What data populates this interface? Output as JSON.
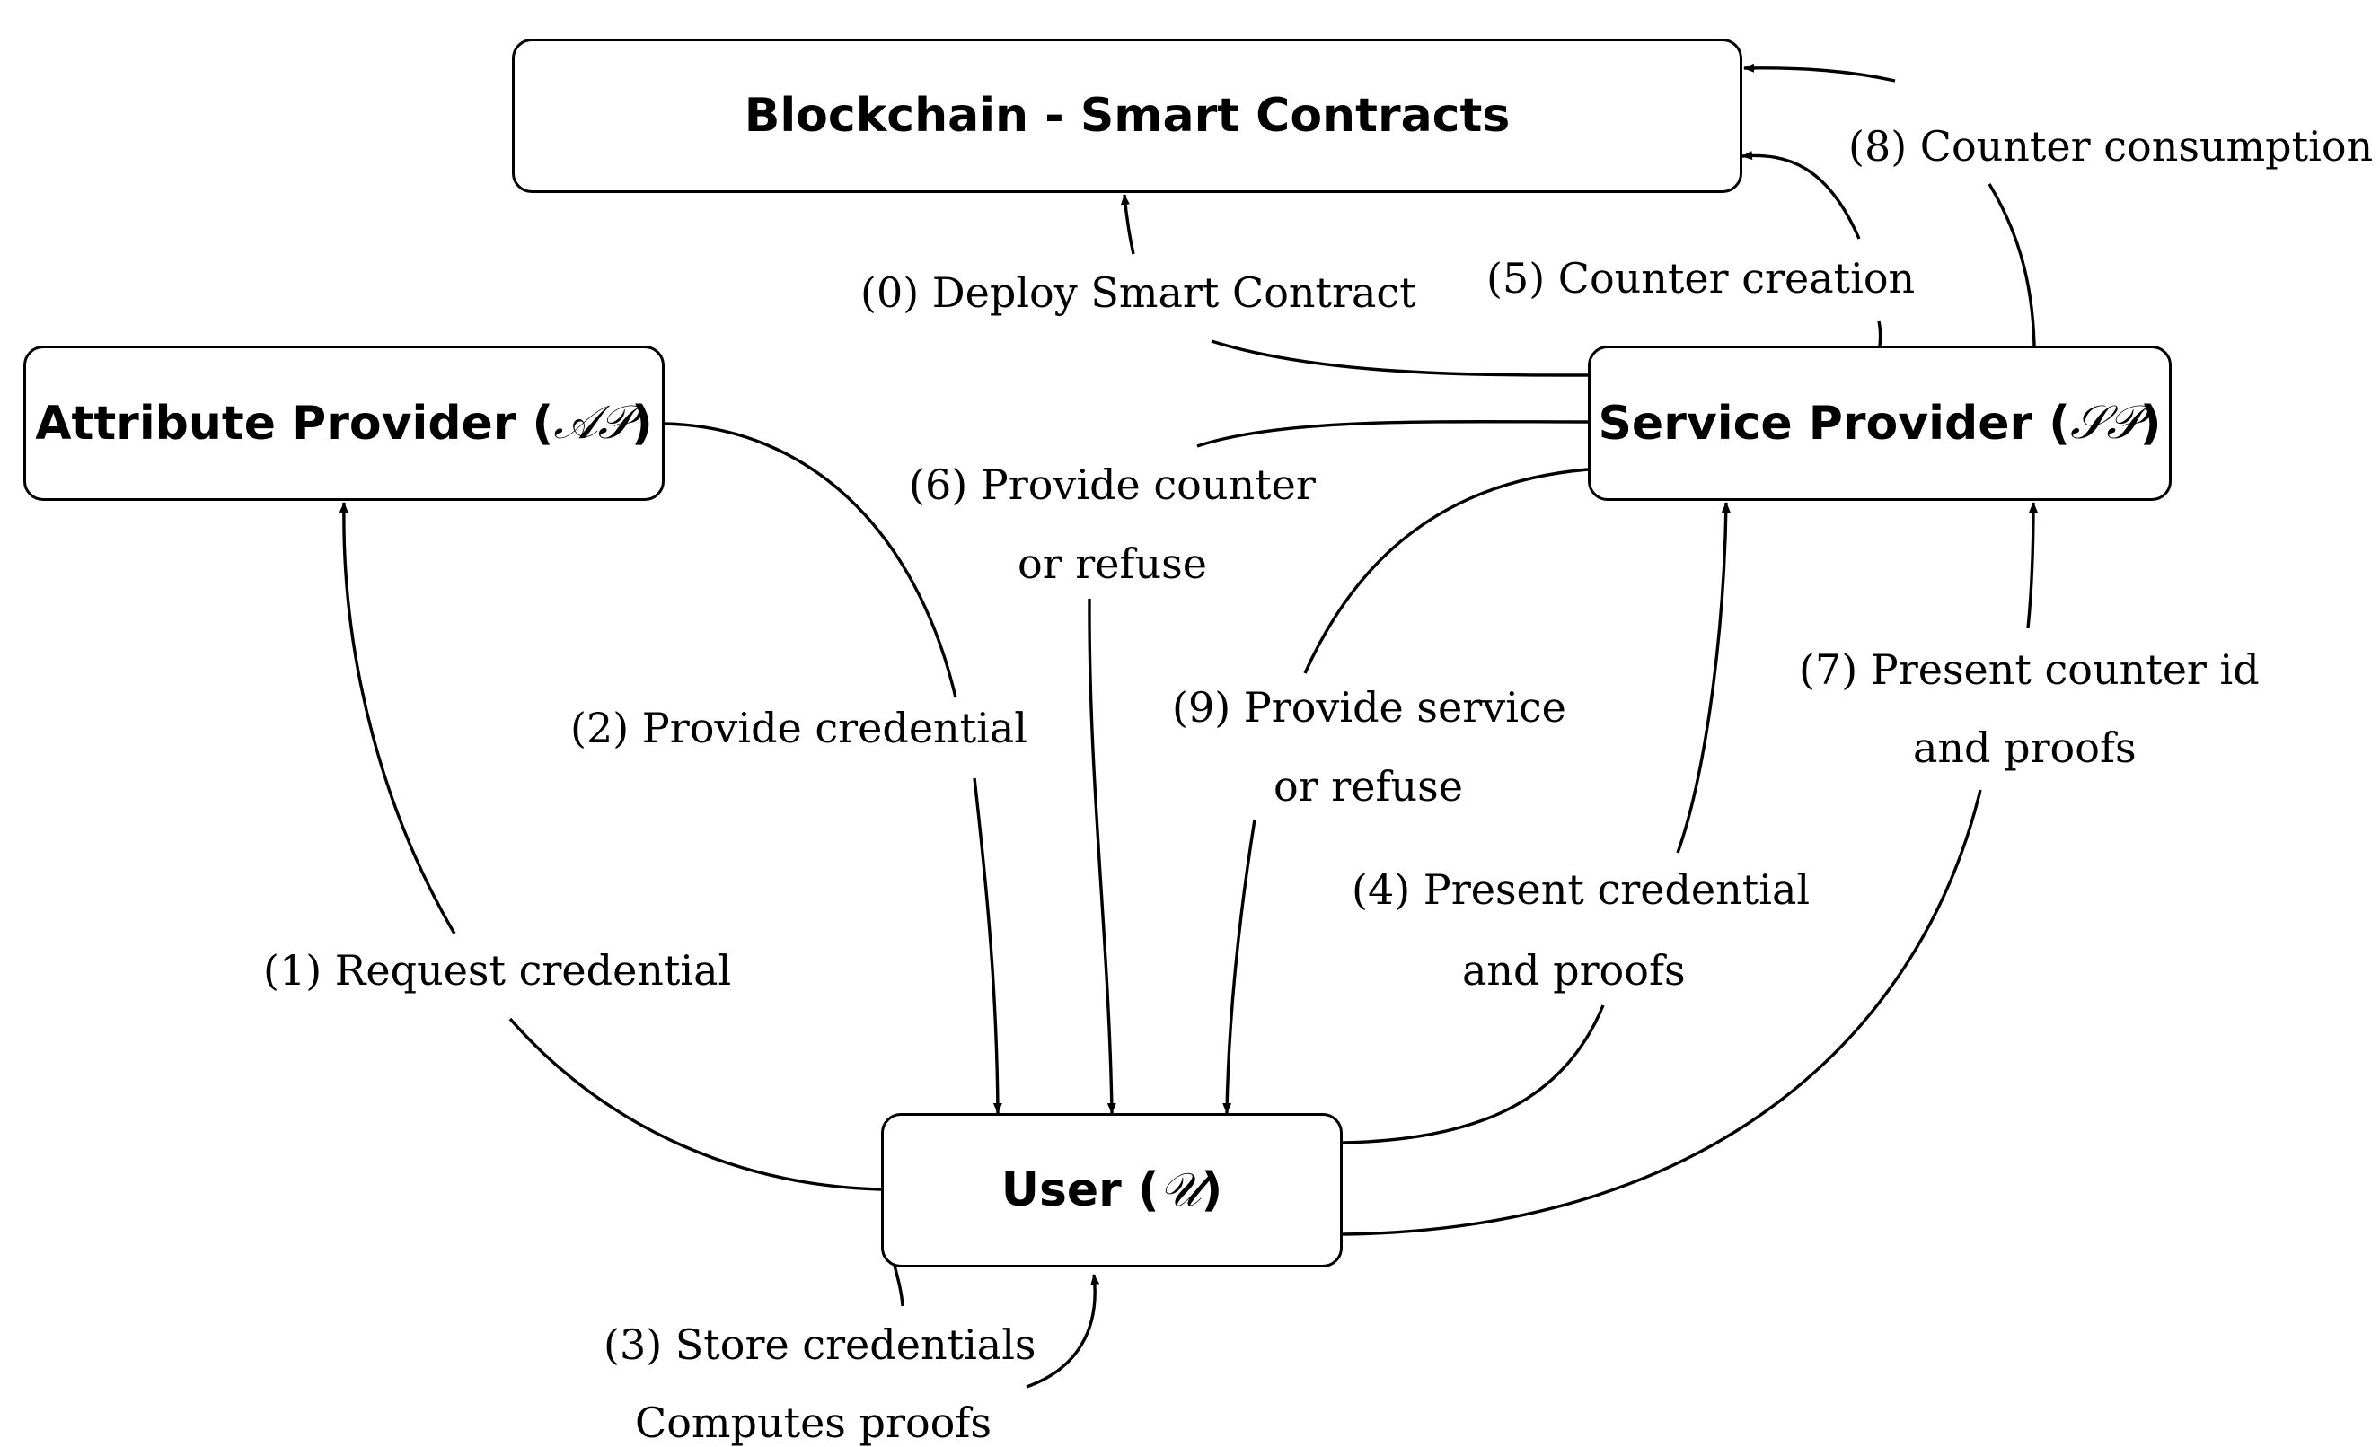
{
  "nodes": {
    "blockchain": {
      "label": "Blockchain - Smart Contracts"
    },
    "attribute_provider": {
      "name": "Attribute Provider",
      "symbol": "𝒜𝒫"
    },
    "service_provider": {
      "name": "Service Provider",
      "symbol": "𝒮𝒫"
    },
    "user": {
      "name": "User",
      "symbol": "𝒰"
    }
  },
  "edges": {
    "e0": {
      "label": "(0) Deploy Smart Contract"
    },
    "e1": {
      "label": "(1) Request credential"
    },
    "e2": {
      "label": "(2) Provide credential"
    },
    "e3": {
      "line1": "(3) Store credentials",
      "line2": "Computes proofs"
    },
    "e4": {
      "line1": "(4) Present credential",
      "line2": "and proofs"
    },
    "e5": {
      "label": "(5) Counter creation"
    },
    "e6": {
      "line1": "(6) Provide counter",
      "line2": "or refuse"
    },
    "e7": {
      "line1": "(7) Present counter id",
      "line2": "and proofs"
    },
    "e8": {
      "label": "(8) Counter consumption"
    },
    "e9": {
      "line1": "(9) Provide service",
      "line2": "or refuse"
    }
  }
}
